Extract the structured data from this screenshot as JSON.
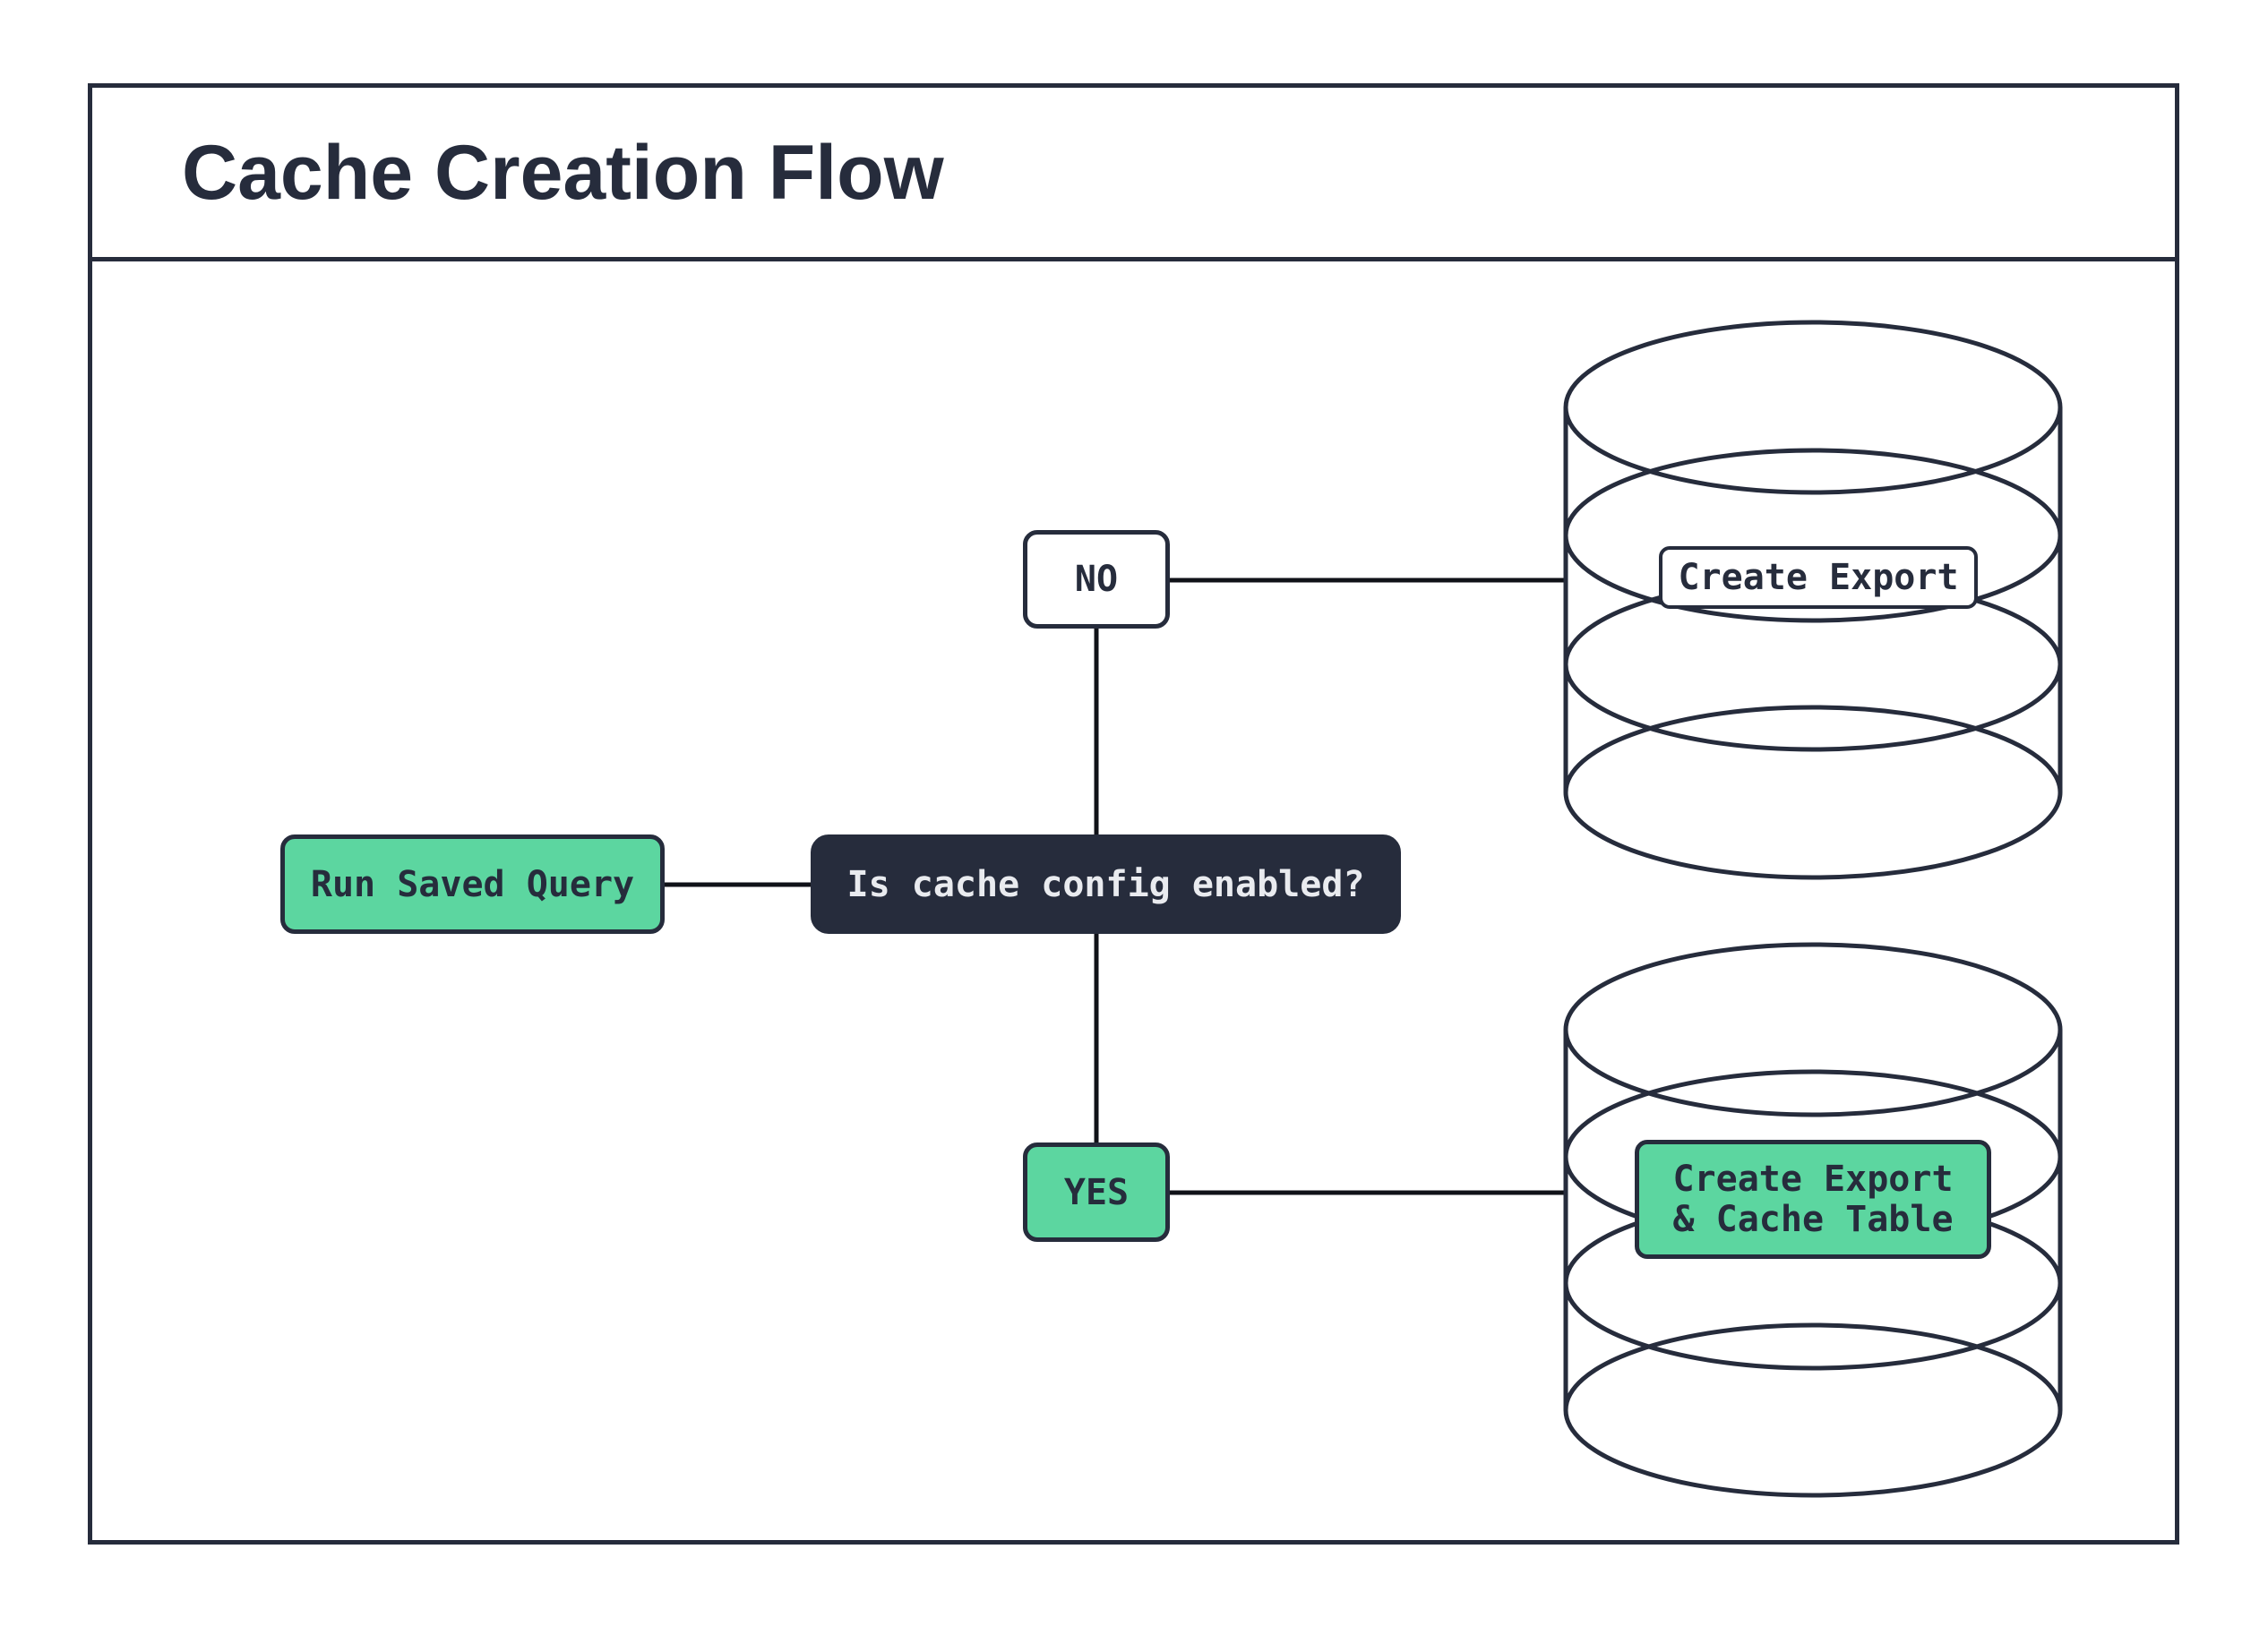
{
  "title": "Cache Creation Flow",
  "colors": {
    "navy": "#262c3c",
    "green": "#5cd6a0",
    "line": "#101218",
    "white": "#ffffff",
    "light_text": "#e9ebef"
  },
  "nodes": {
    "start": {
      "label": "Run Saved Query"
    },
    "decision": {
      "label": "Is cache config enabled?"
    },
    "no_branch": {
      "label": "NO"
    },
    "yes_branch": {
      "label": "YES"
    },
    "export_db": {
      "label": "Create Export"
    },
    "cache_db": {
      "label_line1": "Create Export",
      "label_line2": "& Cache Table"
    }
  }
}
